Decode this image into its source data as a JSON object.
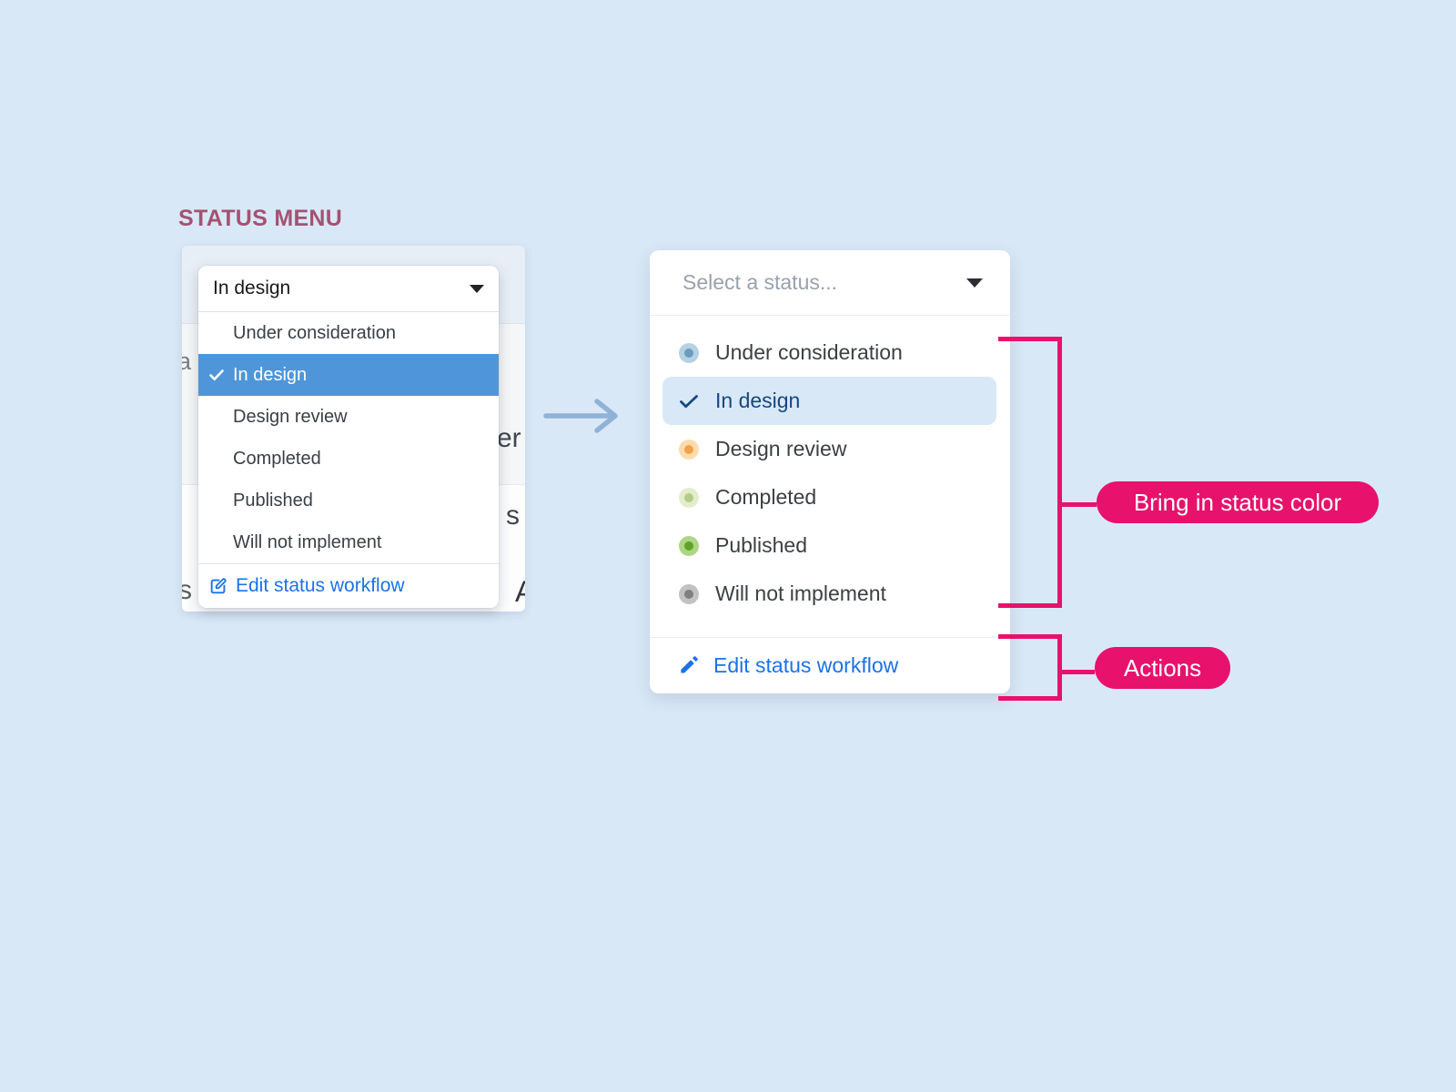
{
  "page": {
    "background": "#d9e8f6"
  },
  "heading": {
    "text": "STATUS MENU",
    "color": "#a45272"
  },
  "arrow": {
    "color": "#8fb2d6"
  },
  "old_menu": {
    "trigger": {
      "value": "In design"
    },
    "selected_bg": "#4e96d9",
    "link_color": "#1a73e8",
    "items": [
      {
        "label": "Under consideration"
      },
      {
        "label": "In design",
        "selected": true
      },
      {
        "label": "Design review"
      },
      {
        "label": "Completed"
      },
      {
        "label": "Published"
      },
      {
        "label": "Will not implement"
      }
    ],
    "action_label": "Edit status workflow",
    "backdrop_fragments": [
      "a",
      "er",
      "s",
      "s",
      "A"
    ]
  },
  "new_menu": {
    "trigger_placeholder": "Select a status...",
    "selected_bg": "#d9e8f7",
    "selected_text": "#17477e",
    "link_color": "#1b72e8",
    "items": [
      {
        "label": "Under consideration",
        "dot_outer": "#b5d1e2",
        "dot_inner": "#6a9cbf"
      },
      {
        "label": "In design",
        "selected": true
      },
      {
        "label": "Design review",
        "dot_outer": "#fbdcae",
        "dot_inner": "#f5a04a"
      },
      {
        "label": "Completed",
        "dot_outer": "#e3edcd",
        "dot_inner": "#b3cc87"
      },
      {
        "label": "Published",
        "dot_outer": "#aed584",
        "dot_inner": "#61a32a"
      },
      {
        "label": "Will not implement",
        "dot_outer": "#c2c2c2",
        "dot_inner": "#7f7f7f"
      }
    ],
    "action_label": "Edit status workflow"
  },
  "annotations": {
    "accent": "#e8116c",
    "status_color_label": "Bring in status color",
    "actions_label": "Actions"
  }
}
